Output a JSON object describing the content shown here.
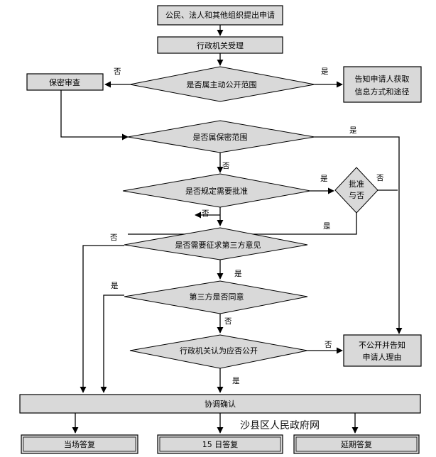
{
  "nodes": {
    "apply": "公民、法人和其他组织提出申请",
    "accept": "行政机关受理",
    "q_active": "是否属主动公开范围",
    "notify_line1": "告知申请人获取",
    "notify_line2": "信息方式和途径",
    "secrecy_review": "保密审查",
    "q_secret": "是否属保密范围",
    "q_approval": "是否规定需要批准",
    "approve_line1": "批准",
    "approve_line2": "与否",
    "q_third_needed": "是否需要征求第三方意见",
    "q_third_agree": "第三方是否同意",
    "q_should_disclose": "行政机关认为应否公开",
    "refuse_line1": "不公开并告知",
    "refuse_line2": "申请人理由",
    "coordinate": "协调确认",
    "reply_now": "当场答复",
    "reply_15": "15 日答复",
    "reply_ext": "延期答复"
  },
  "edge_labels": {
    "yes": "是",
    "no": "否"
  },
  "watermark": "沙县区人民政府网"
}
